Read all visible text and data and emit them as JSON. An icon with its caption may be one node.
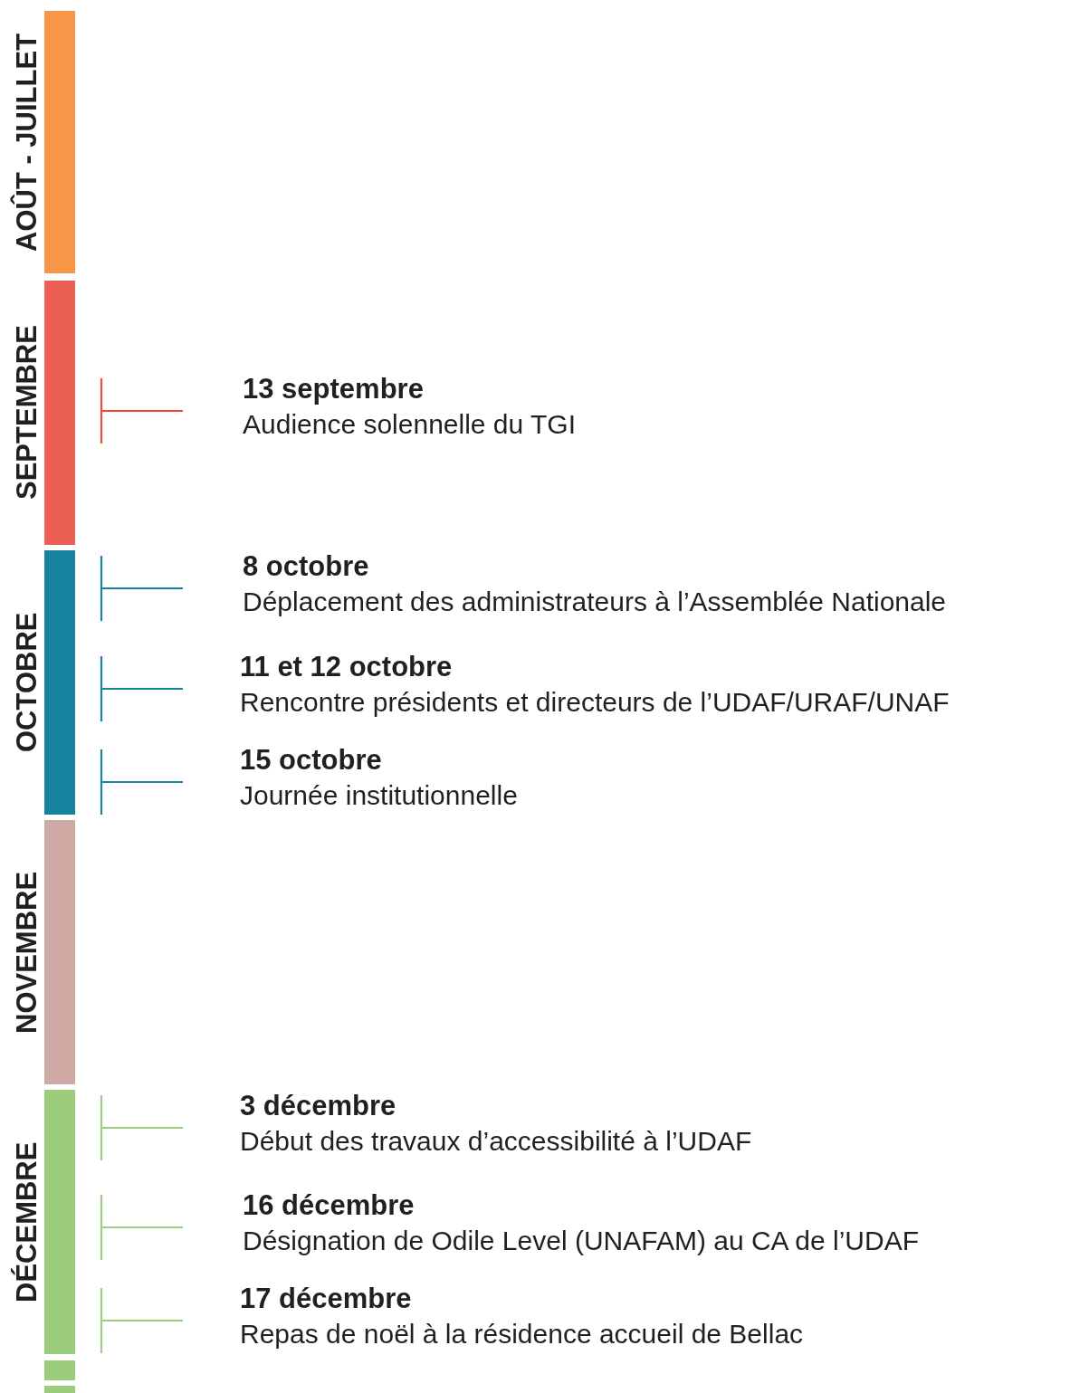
{
  "diagram": {
    "nodes": [
      {
        "text": [
          "AOÛT - JUILLET"
        ]
      },
      {
        "text": [
          "SEPTEMBRE"
        ]
      },
      {
        "text": [
          "13 septembre",
          "Audience solennelle du TGI"
        ]
      },
      {
        "text": [
          "OCTOBRE"
        ]
      },
      {
        "text": [
          "8 octobre",
          "Déplacement des administrateurs à l’Assemblée Nationale"
        ]
      },
      {
        "text": [
          "11 et 12 octobre",
          "Rencontre présidents et directeurs de l’UDAF/URAF/UNAF"
        ]
      },
      {
        "text": [
          "15 octobre",
          "Journée institutionnelle"
        ]
      },
      {
        "text": [
          "NOVEMBRE"
        ]
      },
      {
        "text": [
          "DÉCEMBRE"
        ]
      },
      {
        "text": [
          "3 décembre",
          "Début des travaux d’accessibilité à l’UDAF"
        ]
      },
      {
        "text": [
          "16 décembre",
          "Désignation de Odile Level (UNAFAM) au CA de l’UDAF"
        ]
      },
      {
        "text": [
          "17 décembre",
          "Repas de noël à la résidence accueil de Bellac"
        ]
      },
      {
        "text": [],
        "shape": "bar"
      },
      {
        "text": [],
        "shape": "bar"
      }
    ],
    "edges": []
  }
}
